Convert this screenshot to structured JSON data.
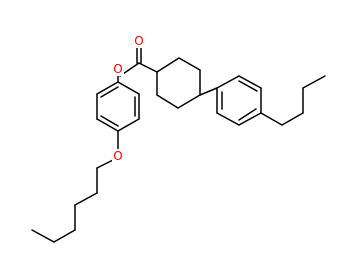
{
  "molecule": {
    "atoms": {
      "carbonyl_o": {
        "symbol": "O",
        "color": "#ff0000"
      },
      "ester_o": {
        "symbol": "O",
        "color": "#ff0000"
      },
      "ether_o": {
        "symbol": "O",
        "color": "#ff0000"
      }
    }
  }
}
